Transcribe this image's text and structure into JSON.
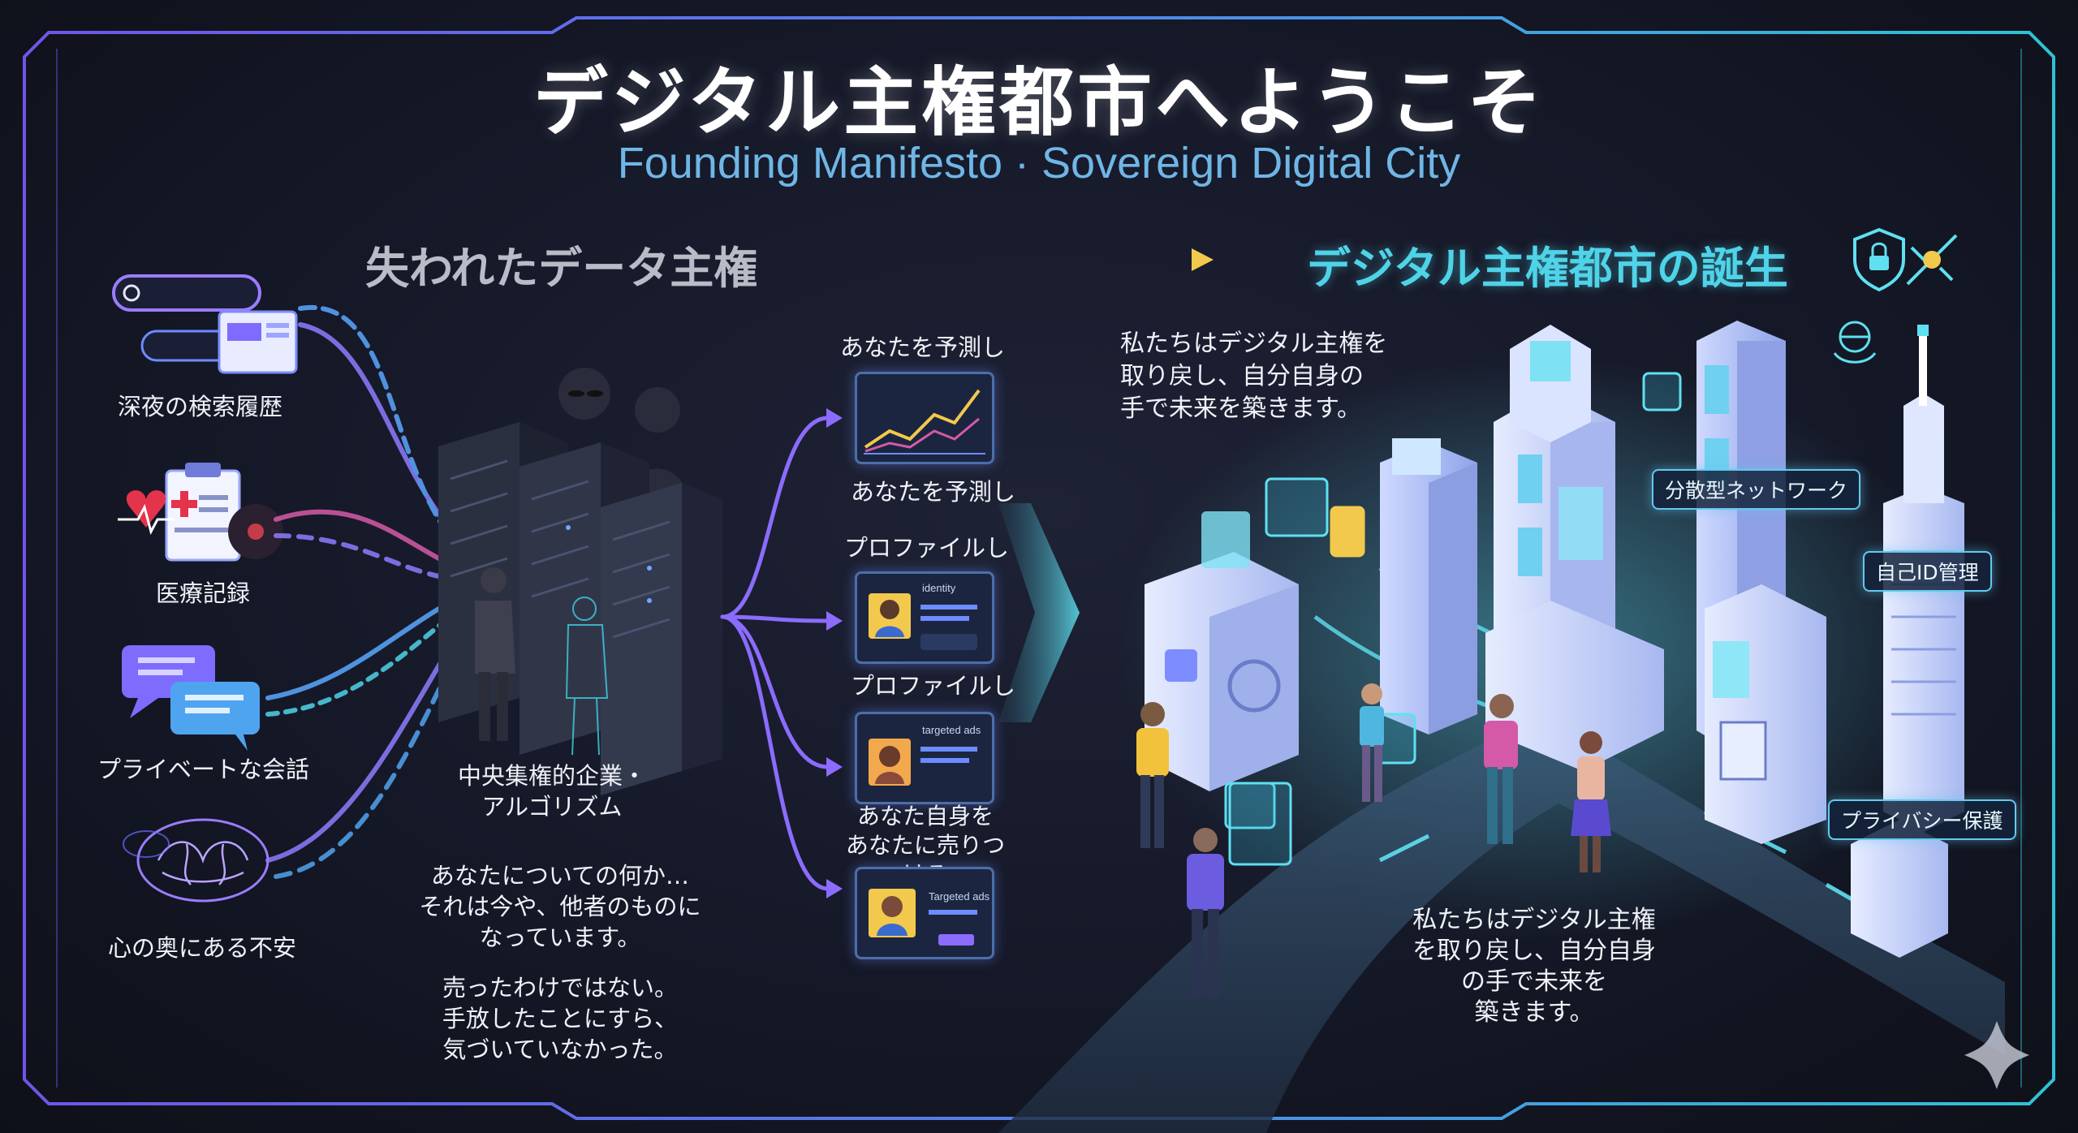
{
  "header": {
    "title": "デジタル主権都市へようこそ",
    "subtitle": "Founding Manifesto · Sovereign Digital City"
  },
  "left_section": {
    "heading": "失われたデータ主権",
    "sources": [
      {
        "label": "深夜の検索履歴",
        "icon": "search-history-icon"
      },
      {
        "label": "医療記録",
        "icon": "medical-record-icon"
      },
      {
        "label": "プライベートな会話",
        "icon": "chat-bubbles-icon"
      },
      {
        "label": "心の奥にある不安",
        "icon": "brain-icon"
      }
    ],
    "central_label": "中央集権的企業・\nアルゴリズム",
    "paragraph1": "あなたについての何か…\nそれは今や、他者のものに\nなっています。",
    "paragraph2": "売ったわけではない。\n手放したことにすら、\n気づいていなかった。"
  },
  "middle_section": {
    "outputs": [
      {
        "top_label": "あなたを予測し",
        "bottom_label": "あなたを予測し",
        "card_text": ""
      },
      {
        "top_label": "プロファイルし",
        "bottom_label": "プロファイルし",
        "card_text": "identity"
      },
      {
        "top_label": "",
        "bottom_label": "あなた自身を\nあなたに売りつける",
        "card_text": "targeted ads"
      },
      {
        "top_label": "",
        "bottom_label": "",
        "card_text": "Targeted ads"
      }
    ]
  },
  "right_section": {
    "heading": "デジタル主権都市の誕生",
    "statement_top": "私たちはデジタル主権を\n取り戻し、自分自身の\n手で未来を築きます。",
    "statement_bottom": "私たちはデジタル主権\nを取り戻し、自分自身\nの手で未来を\n築きます。",
    "tags": [
      "分散型ネットワーク",
      "自己ID管理",
      "プライバシー保護"
    ]
  },
  "colors": {
    "background": "#151827",
    "accent_cyan": "#4fd3e8",
    "accent_purple": "#8b6cff",
    "arrow_yellow": "#f2c94c"
  }
}
